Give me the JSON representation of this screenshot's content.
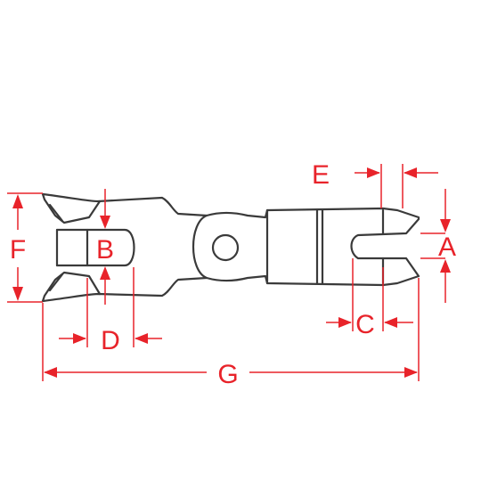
{
  "colors": {
    "outline": "#3a3a3a",
    "dimension": "#e8232a",
    "background": "#ffffff"
  },
  "labels": {
    "a": "A",
    "b": "B",
    "c": "C",
    "d": "D",
    "e": "E",
    "f": "F",
    "g": "G"
  }
}
